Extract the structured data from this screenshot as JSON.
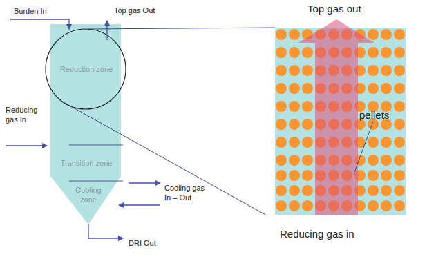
{
  "diagram": {
    "nodes": [
      {
        "text": [
          "Reduction zone"
        ]
      },
      {
        "text": [
          "Transition zone"
        ]
      },
      {
        "text": [
          "Cooling zone"
        ]
      }
    ],
    "labels": [
      "Burden In",
      "Top gas Out",
      "Reducing gas In",
      "Cooling gas In – Out",
      "DRI Out",
      "Top gas out",
      "pellets",
      "Reducing gas in"
    ]
  }
}
